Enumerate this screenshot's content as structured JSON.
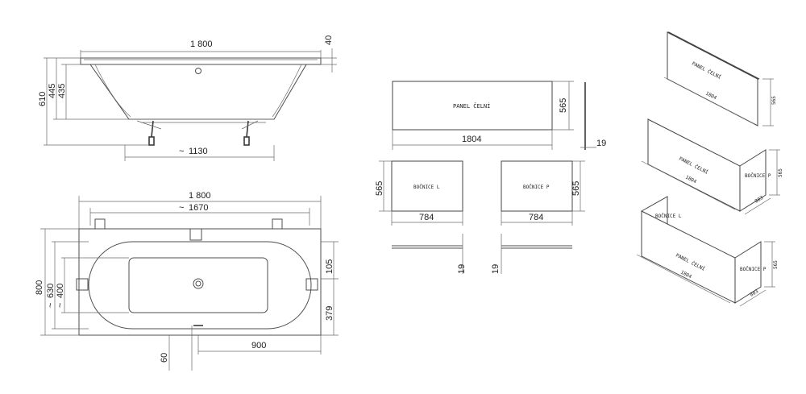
{
  "side_view": {
    "overall_length": "1 800",
    "rim_thickness": "40",
    "height_610": "610",
    "height_445": "445",
    "height_435": "435",
    "leg_spacing": "1130",
    "approx_symbol": "~"
  },
  "top_view": {
    "overall_length": "1 800",
    "inner_length": "1670",
    "approx_symbol": "~",
    "width_800": "800",
    "width_630": "630",
    "width_400": "400",
    "offset_105": "105",
    "offset_379": "379",
    "drain_offset": "60",
    "drain_length": "900"
  },
  "front_panel": {
    "label": "PANEL ČELNÍ",
    "length": "1804",
    "height": "565",
    "thickness": "19"
  },
  "side_panel_left": {
    "label": "BOČNICE L",
    "length": "784",
    "height": "565",
    "thickness": "19"
  },
  "side_panel_right": {
    "label": "BOČNICE P",
    "length": "784",
    "height": "565",
    "thickness": "19"
  },
  "iso_1": {
    "label": "PANEL ČELNÍ",
    "length": "1804",
    "height": "565"
  },
  "iso_2": {
    "front_label": "PANEL ČELNÍ",
    "side_label": "BOČNICE P",
    "length": "1804",
    "side_length": "803",
    "height": "565"
  },
  "iso_3": {
    "front_label": "PANEL ČELNÍ",
    "left_label": "BOČNICE L",
    "right_label": "BOČNICE P",
    "length": "1804",
    "side_length": "803",
    "height": "565"
  }
}
